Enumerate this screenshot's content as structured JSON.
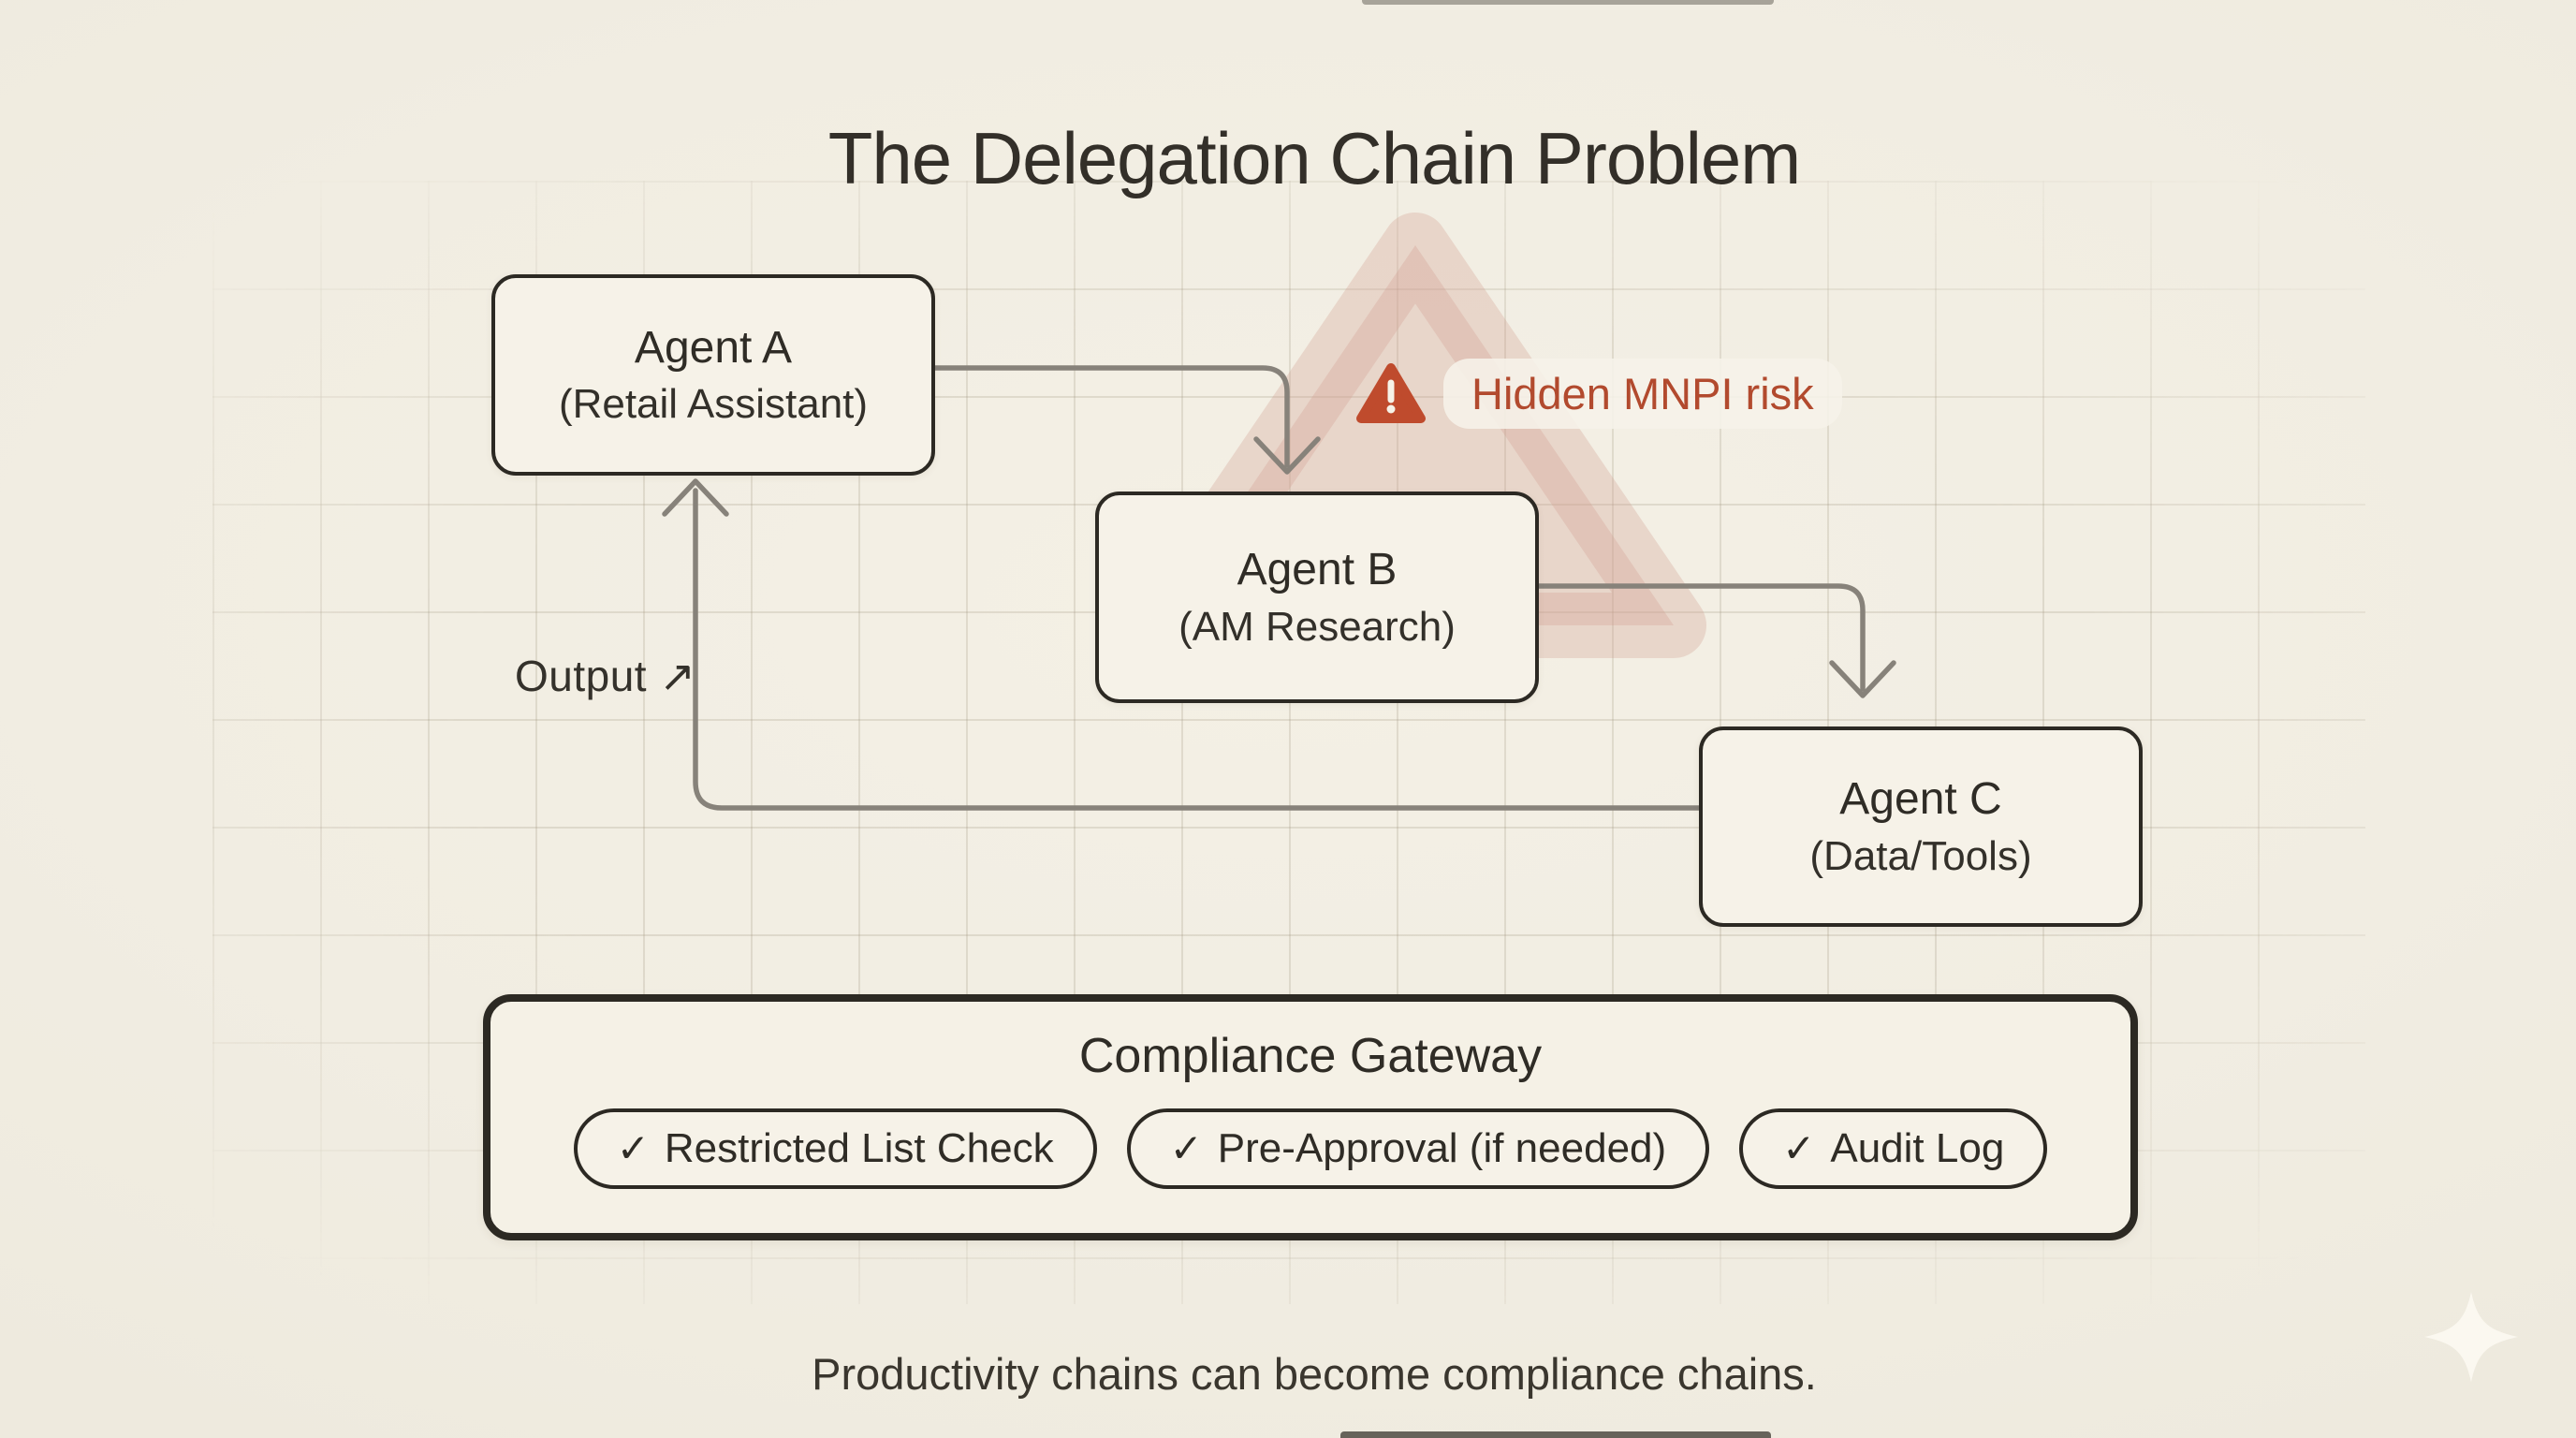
{
  "title": "The Delegation Chain Problem",
  "agents": [
    {
      "name": "Agent A",
      "role": "(Retail Assistant)"
    },
    {
      "name": "Agent B",
      "role": "(AM Research)"
    },
    {
      "name": "Agent C",
      "role": "(Data/Tools)"
    }
  ],
  "risk": {
    "label": "Hidden MNPI risk",
    "icon": "warning-triangle-icon"
  },
  "output_label": "Output ↗",
  "compliance": {
    "title": "Compliance Gateway",
    "check_glyph": "✓",
    "checks": [
      "Restricted List Check",
      "Pre-Approval (if needed)",
      "Audit Log"
    ]
  },
  "footer": "Productivity chains can become compliance chains.",
  "colors": {
    "background": "#f2eee3",
    "box_fill": "#f6f2e8",
    "box_border": "#2c2923",
    "connector_gray": "#87827a",
    "risk_text_red": "#b24a2e",
    "risk_icon_red": "#bf4b2d",
    "watermark_pink": "#d19c90",
    "text_dark": "#33302a"
  }
}
